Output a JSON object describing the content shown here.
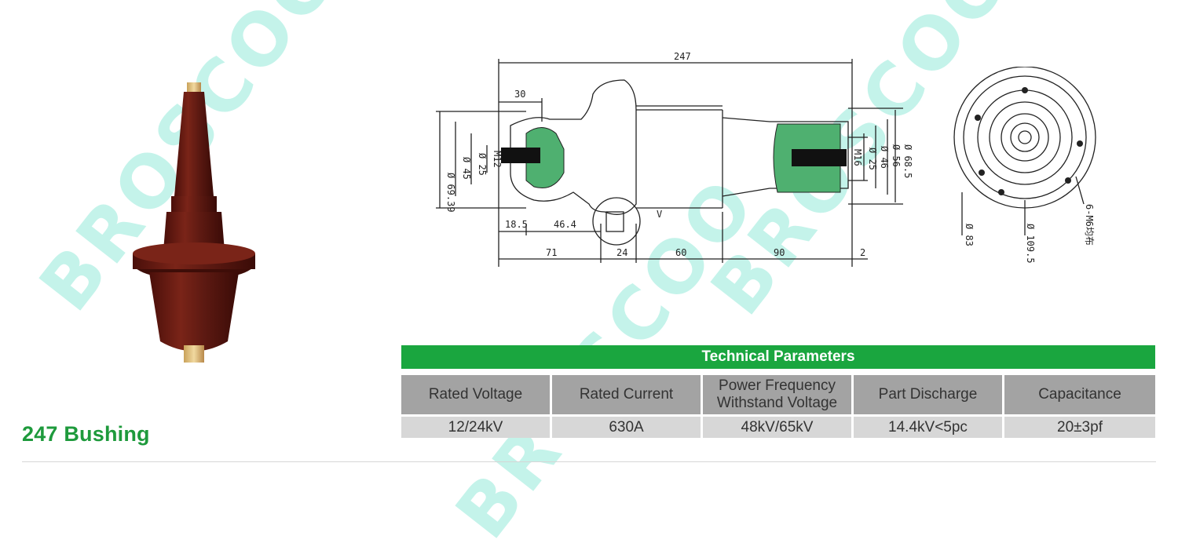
{
  "watermark_text": "BROSCOO",
  "product": {
    "title": "247 Bushing"
  },
  "drawing": {
    "dims": {
      "overall": "247",
      "top_left": "30",
      "left_bore": "18.5",
      "left_len": "46.4",
      "seg_1": "71",
      "seg_2": "24",
      "seg_3": "60",
      "seg_4": "90",
      "seg_5": "2",
      "d_outer_left": "Ø 69.39",
      "d_left_45": "Ø 45",
      "d_left_25": "Ø 25",
      "thread_left": "M12",
      "thread_right": "M16",
      "d_right_25": "Ø 25",
      "d_right_46": "Ø 46",
      "d_right_56": "Ø 56",
      "d_right_685": "Ø 68.5",
      "end_d83": "Ø 83",
      "end_d1095": "Ø 109.5",
      "end_holes": "6-M6均布",
      "marker_v": "V"
    }
  },
  "table": {
    "title": "Technical Parameters",
    "headers": [
      "Rated Voltage",
      "Rated Current",
      "Power Frequency\nWithstand Voltage",
      "Part Discharge",
      "Capacitance"
    ],
    "values": [
      "12/24kV",
      "630A",
      "48kV/65kV",
      "14.4kV<5pc",
      "20±3pf"
    ]
  },
  "colors": {
    "accent_green": "#1aa63f",
    "title_green": "#1e9a3c",
    "body_brown": "#6b1a12",
    "watermark": "#3cd7b9"
  }
}
